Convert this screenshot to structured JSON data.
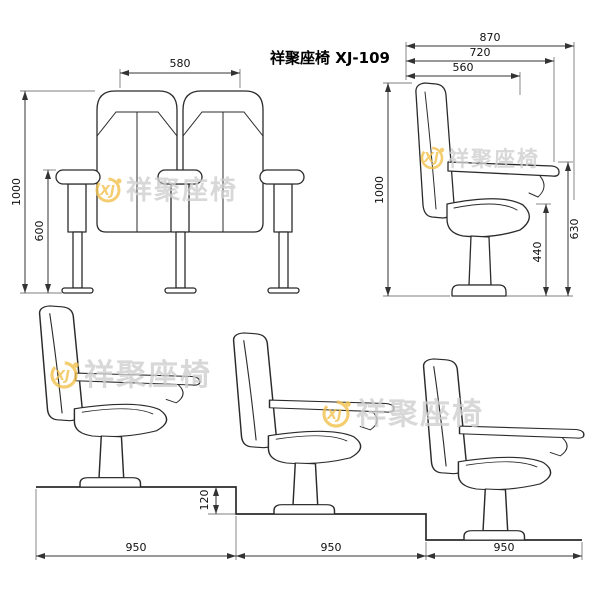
{
  "title": "祥聚座椅 XJ-109",
  "watermark": {
    "logo": "XJ",
    "text": "祥聚座椅"
  },
  "colors": {
    "watermark_text": "#cfcfcf",
    "watermark_logo": "#f2c14e",
    "line": "#2b2b2b",
    "dimension": "#333333"
  },
  "front_view": {
    "dim_top_width": "580",
    "dim_total_height": "1000",
    "dim_armrest_height": "600"
  },
  "side_view": {
    "dim_total_depth": "870",
    "dim_mid_depth": "720",
    "dim_inner_depth": "560",
    "dim_total_height": "1000",
    "dim_tablet_height": "630",
    "dim_seat_height": "440"
  },
  "row_view": {
    "dim_step_height": "120",
    "dim_row_spacing": [
      "950",
      "950",
      "950"
    ]
  }
}
